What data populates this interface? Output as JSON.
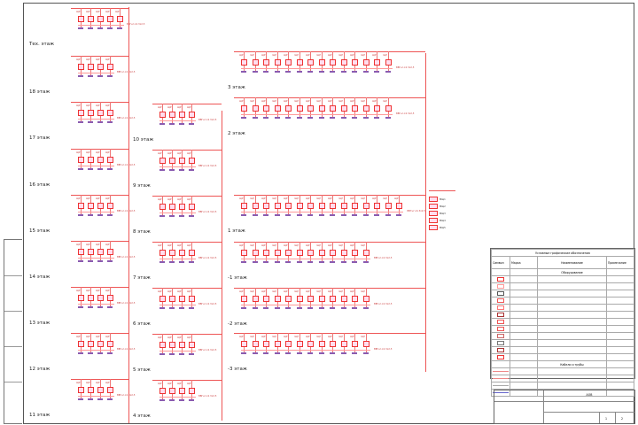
{
  "drawing": {
    "left_column": [
      {
        "label": "Тех. этаж",
        "devices": 5
      },
      {
        "label": "18 этаж",
        "devices": 4
      },
      {
        "label": "17 этаж",
        "devices": 4
      },
      {
        "label": "16 этаж",
        "devices": 4
      },
      {
        "label": "15 этаж",
        "devices": 4
      },
      {
        "label": "14 этаж",
        "devices": 4
      },
      {
        "label": "13 этаж",
        "devices": 4
      },
      {
        "label": "12 этаж",
        "devices": 4
      },
      {
        "label": "11 этаж",
        "devices": 4
      }
    ],
    "middle_column": [
      {
        "label": "10 этаж",
        "devices": 4
      },
      {
        "label": "9 этаж",
        "devices": 4
      },
      {
        "label": "8 этаж",
        "devices": 4
      },
      {
        "label": "7 этаж",
        "devices": 4
      },
      {
        "label": "6 этаж",
        "devices": 4
      },
      {
        "label": "5 этаж",
        "devices": 4
      },
      {
        "label": "4 этаж",
        "devices": 4
      }
    ],
    "right_column": [
      {
        "label": "3 этаж",
        "devices": 14
      },
      {
        "label": "2 этаж",
        "devices": 14
      },
      {
        "label": "1 этаж",
        "devices": 15
      },
      {
        "label": "-1 этаж",
        "devices": 12
      },
      {
        "label": "-2 этаж",
        "devices": 12
      },
      {
        "label": "-3 этаж",
        "devices": 12
      }
    ],
    "colors": {
      "line": "#e55555",
      "device": "#e33333",
      "bus": "#8a5bb0"
    }
  },
  "legend": {
    "title": "Условные графические обозначения",
    "headers": [
      "Символ",
      "Марка",
      "Наименование",
      "Примечание"
    ],
    "section1": "Оборудование",
    "section2": "Кабели и трубы",
    "rows": 10,
    "cable_rows": 4
  },
  "title_block": {
    "code": "АОВ",
    "sheet": "1",
    "sheets": "2"
  }
}
